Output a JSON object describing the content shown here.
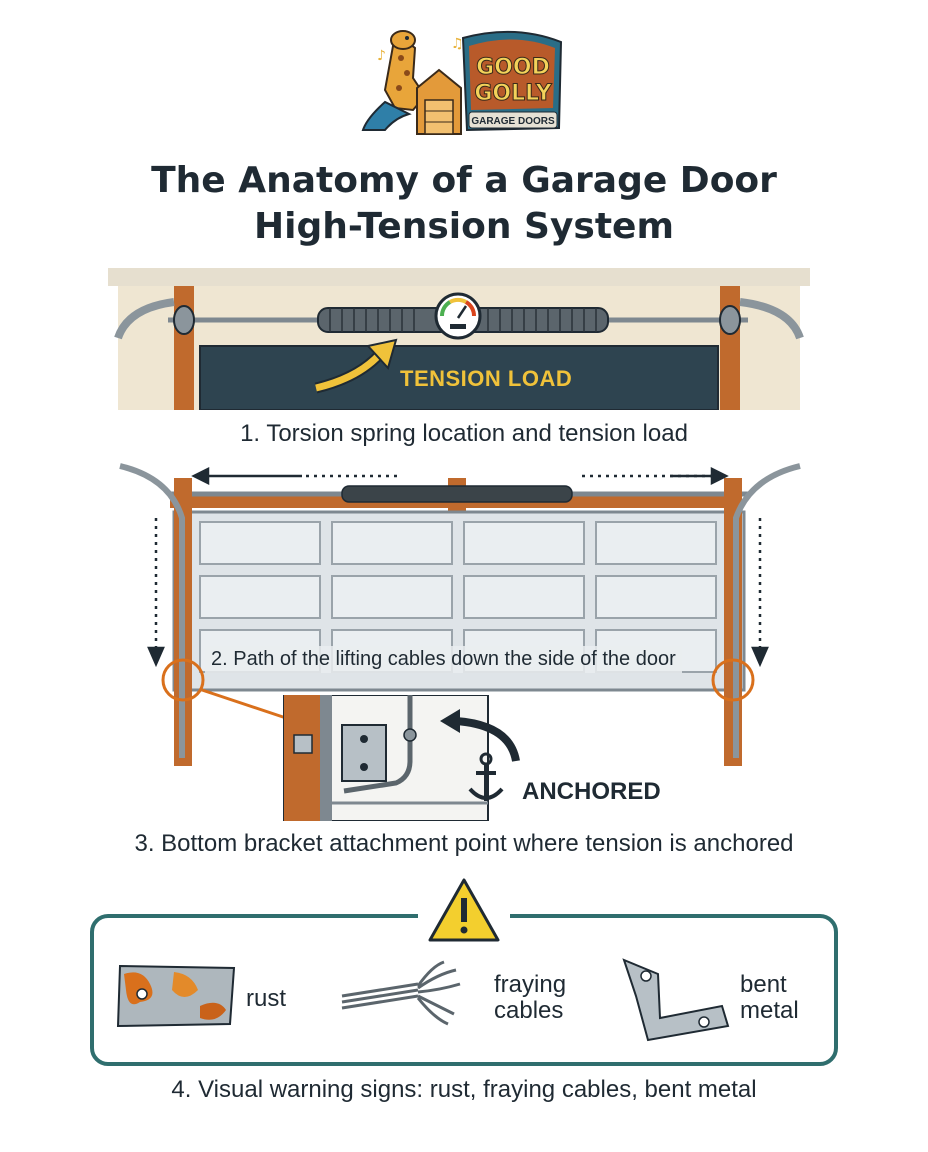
{
  "logo": {
    "line1": "GOOD",
    "line2": "GOLLY",
    "tagline": "GARAGE DOORS"
  },
  "title": {
    "line1": "The Anatomy of a Garage Door",
    "line2": "High-Tension System"
  },
  "figure1": {
    "tension_label": "TENSION LOAD",
    "caption": "1. Torsion spring location and tension load"
  },
  "figure2": {
    "caption": "2. Path of the lifting cables down the side of the door"
  },
  "figure3": {
    "anchor_label": "ANCHORED",
    "caption": "3. Bottom bracket attachment point where tension is anchored"
  },
  "figure4": {
    "signs": [
      {
        "label_line1": "rust",
        "label_line2": ""
      },
      {
        "label_line1": "fraying",
        "label_line2": "cables"
      },
      {
        "label_line1": "bent",
        "label_line2": "metal"
      }
    ],
    "caption": "4. Visual warning signs: rust, fraying cables, bent metal"
  },
  "colors": {
    "dark_text": "#1f2a33",
    "tension_yellow": "#f0c23a",
    "teal_frame": "#2f6e6e",
    "wood_track": "#c06a2d",
    "door_panel": "#dfe4e8",
    "rust_orange": "#d9701c"
  }
}
